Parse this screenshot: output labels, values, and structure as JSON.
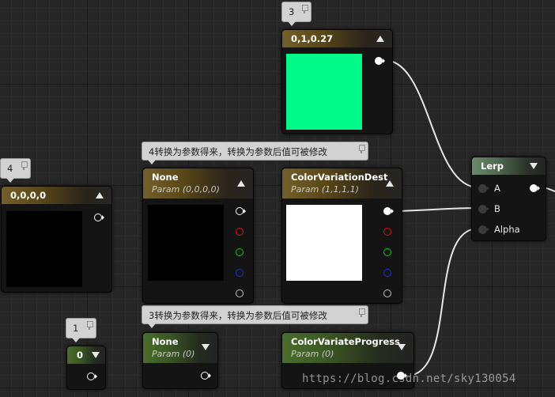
{
  "colors": {
    "green_swatch": "#00fa8a",
    "white_swatch": "#ffffff",
    "black_swatch": "#000000",
    "wire": "#e8e8e8"
  },
  "comments": {
    "c3": {
      "text": "3"
    },
    "c4": {
      "text": "4"
    },
    "c1": {
      "text": "1"
    },
    "c_convert4": {
      "text": "4转换为参数得来，转换为参数后值可被修改"
    },
    "c_convert3": {
      "text": "3转换为参数得来，转换为参数后值可被修改"
    }
  },
  "nodes": {
    "const3": {
      "title": "0,1,0.27"
    },
    "const4": {
      "title": "0,0,0,0"
    },
    "const1": {
      "title": "0"
    },
    "param_none4": {
      "title": "None",
      "subtitle": "Param (0,0,0,0)"
    },
    "color_dest": {
      "title": "ColorVariationDest",
      "subtitle": "Param (1,1,1,1)"
    },
    "param_none1": {
      "title": "None",
      "subtitle": "Param (0)"
    },
    "progress": {
      "title": "ColorVariateProgress",
      "subtitle": "Param (0)"
    },
    "lerp": {
      "title": "Lerp",
      "inputs": [
        "A",
        "B",
        "Alpha"
      ]
    }
  },
  "watermark": "https://blog.csdn.net/sky130054"
}
